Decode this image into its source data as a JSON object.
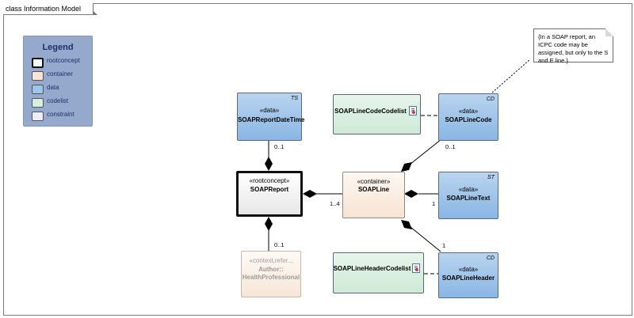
{
  "diagram": {
    "title": "class Information Model"
  },
  "legend": {
    "title": "Legend",
    "items": [
      {
        "label": "rootconcept",
        "color": "#ffffff"
      },
      {
        "label": "container",
        "color": "#fbe4d5"
      },
      {
        "label": "data",
        "color": "#9fc5ea"
      },
      {
        "label": "codelist",
        "color": "#d6f0df"
      },
      {
        "label": "constraint",
        "color": "#eceff7"
      }
    ]
  },
  "nodes": {
    "report_date_time": {
      "stereotype": "«data»",
      "name": "SOAPReportDateTime",
      "type": "TS"
    },
    "report": {
      "stereotype": "«rootconcept»",
      "name": "SOAPReport"
    },
    "line": {
      "stereotype": "«container»",
      "name": "SOAPLine"
    },
    "line_code_codelist": {
      "name": "SOAPLineCodeCodelist"
    },
    "line_code": {
      "stereotype": "«data»",
      "name": "SOAPLineCode",
      "type": "CD"
    },
    "line_text": {
      "stereotype": "«data»",
      "name": "SOAPLineText",
      "type": "ST"
    },
    "line_header_codelist": {
      "name": "SOAPLineHeaderCodelist"
    },
    "line_header": {
      "stereotype": "«data»",
      "name": "SOAPLineHeader",
      "type": "CD"
    },
    "author": {
      "stereotype": "«context,refer...",
      "name_line1": "Author::",
      "name_line2": "HealthProfessional"
    }
  },
  "note": {
    "text": "{In a SOAP report, an ICPC code may be assigned, but only to the S and E line.}"
  },
  "multiplicities": {
    "report_date_time": "0..1",
    "line": "1..4",
    "line_code": "0..1",
    "line_text": "1",
    "line_header": "1",
    "author": "0..1"
  }
}
